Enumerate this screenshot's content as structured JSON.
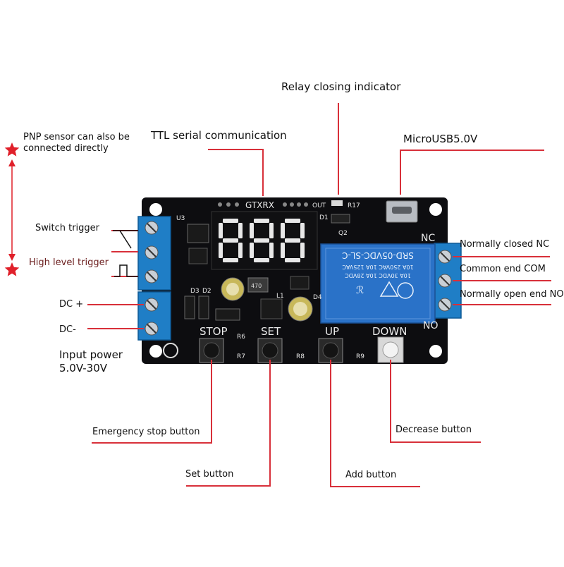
{
  "callouts": {
    "relay_indicator": "Relay closing indicator",
    "ttl_serial": "TTL serial communication",
    "micro_usb": "MicroUSB5.0V",
    "pnp_sensor_line1": "PNP sensor can also be",
    "pnp_sensor_line2": "connected directly",
    "switch_trigger": "Switch trigger",
    "high_level_trigger": "High level trigger",
    "dc_plus": "DC +",
    "dc_minus": "DC-",
    "input_power_line1": "Input power",
    "input_power_line2": "5.0V-30V",
    "normally_closed": "Normally closed NC",
    "common_end": "Common end COM",
    "normally_open": "Normally open end NO",
    "emergency_stop": "Emergency stop button",
    "set_button": "Set button",
    "add_button": "Add button",
    "decrease_button": "Decrease button"
  },
  "board": {
    "u3": "U3",
    "uart_label": "GTXRX",
    "out_label": "OUT",
    "r17": "R17",
    "d1": "D1",
    "q2": "Q2",
    "d3": "D3",
    "d2": "D2",
    "l1": "L1",
    "d4": "D4",
    "r6": "R6",
    "r7": "R7",
    "r8": "R8",
    "r9": "R9",
    "inductor_code": "470",
    "display_digits": "888",
    "btn_stop": "STOP",
    "btn_set": "SET",
    "btn_up": "UP",
    "btn_down": "DOWN",
    "relay_nc": "NC",
    "relay_no": "NO",
    "relay_model": "SRD-05VDC-SL-C",
    "relay_spec_1": "10A 250VAC  10A 125VAC",
    "relay_spec_2": "10A 30VDC  10A 28VDC"
  },
  "colors": {
    "pcb": "#0d0d10",
    "callout_line": "#d8303a",
    "star": "#e0202a",
    "terminal_blue": "#1f7ec6",
    "relay_blue": "#2a72c8",
    "segment_off": "#2a2a2a",
    "segment_on": "#e8e8e8"
  }
}
